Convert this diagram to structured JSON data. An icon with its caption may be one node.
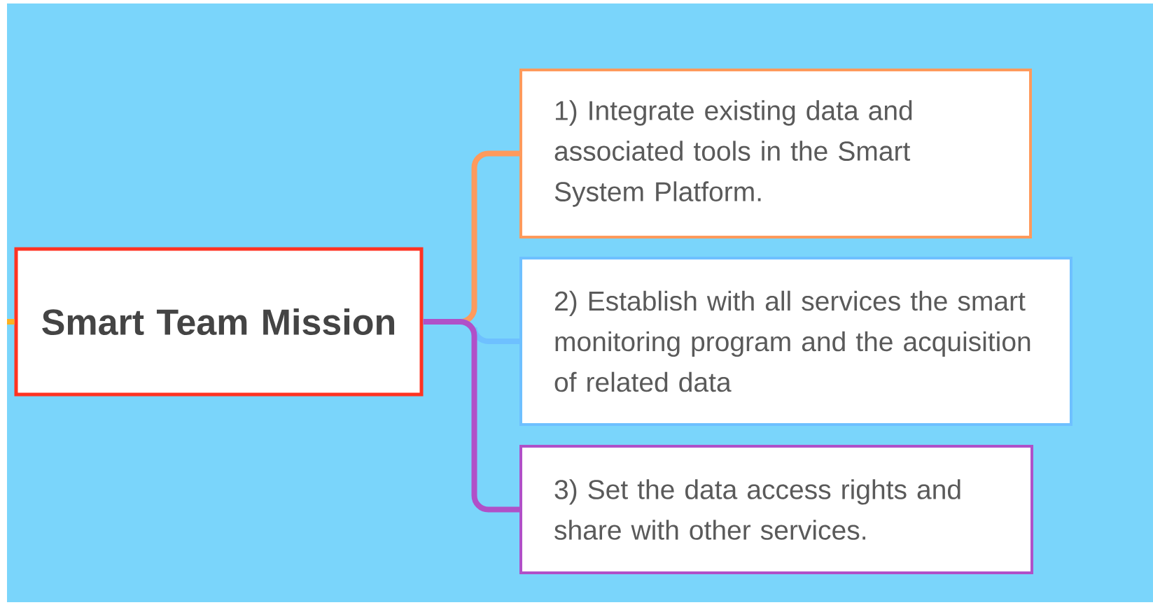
{
  "diagram": {
    "nodes": [
      {
        "text": [
          "Smart Team Mission"
        ]
      },
      {
        "text": [
          "1) Integrate existing data and associated tools in the Smart System Platform."
        ]
      },
      {
        "text": [
          "2) Establish with all services the smart monitoring program and the acquisition of related data"
        ]
      },
      {
        "text": [
          "3) Set the data access rights and share with other services."
        ]
      }
    ],
    "edges": [
      {
        "from": null,
        "to": 0,
        "arrow": "none",
        "color": "#ffb020"
      },
      {
        "from": 0,
        "to": 1,
        "arrow": "none",
        "color": "#ff9a5c"
      },
      {
        "from": 0,
        "to": 2,
        "arrow": "none",
        "color": "#6ec0ff"
      },
      {
        "from": 0,
        "to": 3,
        "arrow": "none",
        "color": "#b050c8"
      }
    ]
  }
}
